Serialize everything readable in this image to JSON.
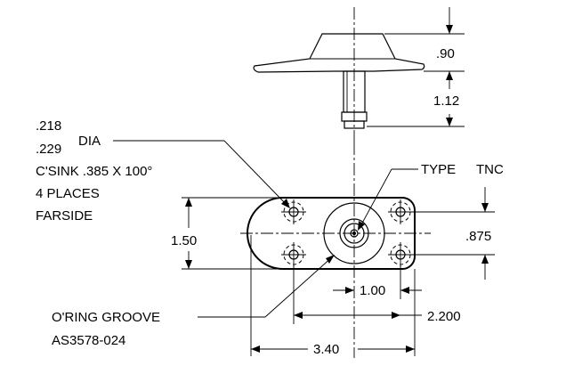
{
  "drawing": {
    "side_view": {
      "dim_height": ".90",
      "dim_pin": "1.12"
    },
    "notes": {
      "hole_line1": ".218",
      "hole_line2": ".229",
      "hole_dia": "DIA",
      "csink": "C'SINK .385 X 100°",
      "places": "4 PLACES",
      "farside": "FARSIDE",
      "type_label": "TYPE",
      "type_value": "TNC",
      "groove_line1": "O'RING GROOVE",
      "groove_line2": "AS3578-024"
    },
    "dimensions": {
      "height_left": "1.50",
      "height_right": ".875",
      "hole_spacing": "1.00",
      "center_to_end": "2.200",
      "overall_length": "3.40"
    }
  }
}
